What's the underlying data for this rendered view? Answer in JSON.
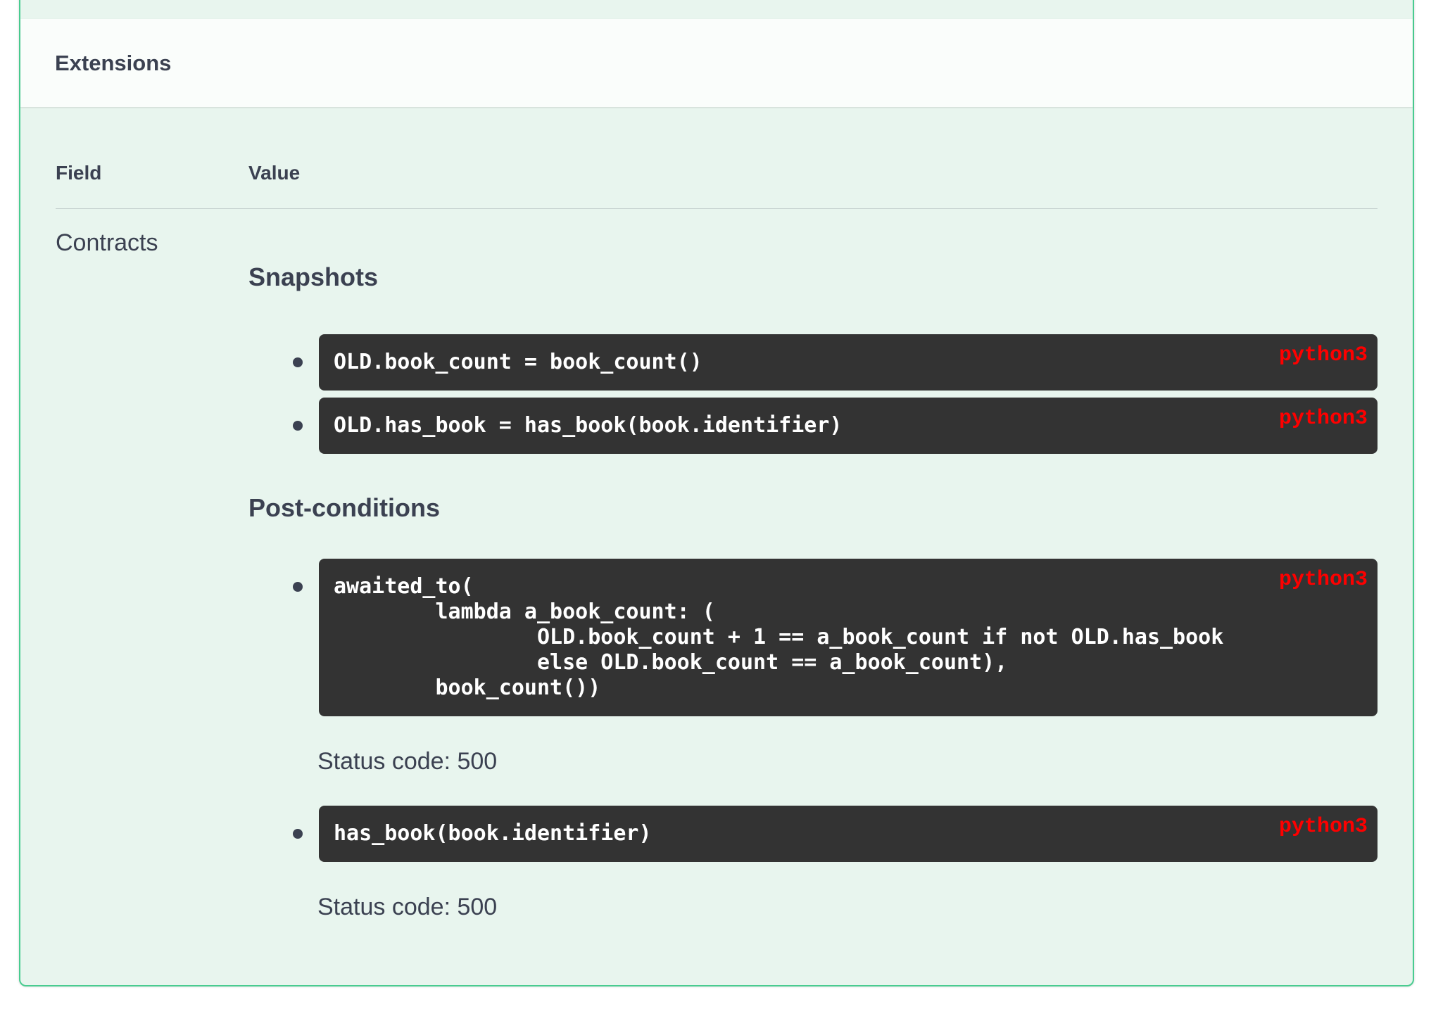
{
  "panel": {
    "header_title": "Extensions",
    "table": {
      "field_header": "Field",
      "value_header": "Value",
      "row_field": "Contracts"
    },
    "sections": [
      {
        "heading": "Snapshots",
        "items": [
          {
            "code": "OLD.book_count = book_count()",
            "lang": "python3"
          },
          {
            "code": "OLD.has_book = has_book(book.identifier)",
            "lang": "python3"
          }
        ]
      },
      {
        "heading": "Post-conditions",
        "items": [
          {
            "code": "awaited_to(\n        lambda a_book_count: (\n                OLD.book_count + 1 == a_book_count if not OLD.has_book\n                else OLD.book_count == a_book_count),\n        book_count())",
            "lang": "python3",
            "status": "Status code: 500"
          },
          {
            "code": "has_book(book.identifier)",
            "lang": "python3",
            "status": "Status code: 500"
          }
        ]
      }
    ]
  },
  "colors": {
    "panel_background": "#e8f5ee",
    "panel_border": "#49cc90",
    "section_header_background": "#fafdfb",
    "code_background": "#333333",
    "code_text": "#ffffff",
    "lang_label": "#fe0000",
    "text": "#3b4151"
  }
}
